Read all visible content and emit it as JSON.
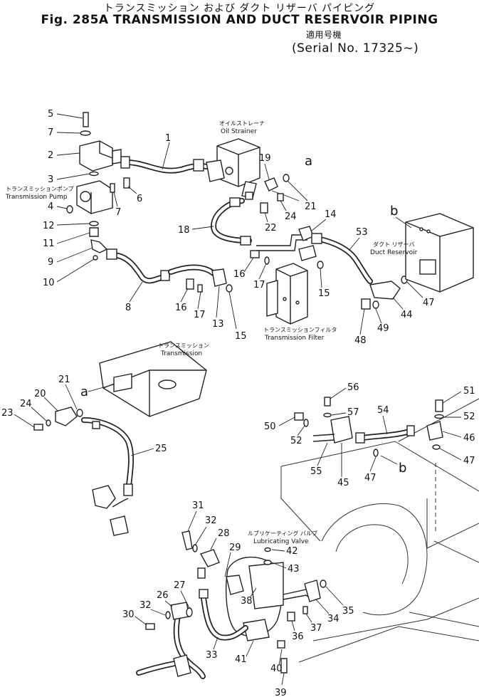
{
  "header": {
    "title_jp": "トランスミッション および ダクト リザーバ パイピング",
    "title": "Fig. 285A TRANSMISSION AND DUCT RESERVOIR PIPING",
    "serial_jp": "適用号機",
    "serial": "Serial No. 17325~"
  },
  "components": {
    "oil_strainer_jp": "オイルストレーナ",
    "oil_strainer": "Oil Strainer",
    "trans_pump_jp": "トランスミッションポンプ",
    "trans_pump": "Transmission Pump",
    "trans_filter_jp": "トランスミッションフィルタ",
    "trans_filter": "Transmission Filter",
    "transmission_jp": "トランスミッション",
    "transmission": "Transmission",
    "duct_reservoir_jp": "ダクト リザーバ",
    "duct_reservoir": "Duct Reservoir",
    "lub_valve_jp": "ルブリケーティング バルブ",
    "lub_valve": "Lubricating Valve"
  },
  "refs": {
    "a": "a",
    "b": "b"
  },
  "callouts": [
    "5",
    "7",
    "2",
    "3",
    "4",
    "12",
    "11",
    "9",
    "10",
    "7",
    "6",
    "1",
    "18",
    "19",
    "21",
    "22",
    "24",
    "14",
    "53",
    "16",
    "17",
    "15",
    "8",
    "16",
    "17",
    "13",
    "15",
    "48",
    "49",
    "44",
    "47",
    "21",
    "24",
    "20",
    "23",
    "25",
    "56",
    "57",
    "51",
    "52",
    "50",
    "52",
    "54",
    "46",
    "47",
    "55",
    "45",
    "47",
    "31",
    "32",
    "28",
    "29",
    "42",
    "43",
    "27",
    "26",
    "32",
    "30",
    "33",
    "38",
    "41",
    "40",
    "39",
    "36",
    "37",
    "34",
    "35"
  ]
}
